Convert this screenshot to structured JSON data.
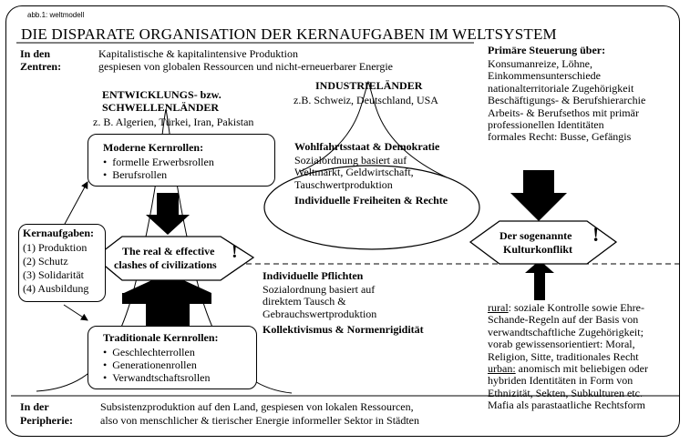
{
  "caption": "abb.1: weltmodell",
  "title": "DIE DISPARATE ORGANISATION DER KERNAUFGABEN IM WELTSYSTEM",
  "zentren": {
    "label_line1": "In den",
    "label_line2": "Zentren:",
    "line1": "Kapitalistische & kapitalintensive Produktion",
    "line2": "gespiesen von globalen Ressourcen und nicht-erneuerbarer Energie"
  },
  "schwellen": {
    "line1": "ENTWICKLUNGS- bzw.",
    "line2": "SCHWELLENLÄNDER",
    "examples": "z. B. Algerien, Türkei, Iran, Pakistan"
  },
  "industrie": {
    "title": "INDUSTRIELÄNDER",
    "examples": "z.B. Schweiz, Deutschland, USA"
  },
  "steuerung": {
    "title": "Primäre Steuerung über:",
    "lines": [
      "Konsumanreize, Löhne,",
      "Einkommensunterschiede",
      "nationalterritoriale Zugehörigkeit",
      "Beschäftigungs- & Berufshierarchie",
      "Arbeits- & Berufsethos mit primär",
      "professionellen Identitäten",
      "formales Recht: Busse, Gefängis"
    ]
  },
  "moderne": {
    "title": "Moderne Kernrollen:",
    "items": [
      "formelle Erwerbsrollen",
      "Berufsrollen"
    ]
  },
  "wohlfahrt": {
    "title": "Wohlfahrtsstaat & Demokratie",
    "lines": [
      "Sozialordnung basiert auf",
      "Weltmarkt, Geldwirtschaft,",
      "Tauschwertproduktion"
    ],
    "footer": "Individuelle Freiheiten & Rechte"
  },
  "kernaufgaben": {
    "title": "Kernaufgaben:",
    "items": [
      "(1) Produktion",
      "(2) Schutz",
      "(3) Solidarität",
      "(4) Ausbildung"
    ]
  },
  "clashes": {
    "line1": "The real & effective",
    "line2": "clashes of civilizations",
    "mark": "!"
  },
  "kulturkonflikt": {
    "line1": "Der sogenannte",
    "line2": "Kulturkonflikt",
    "mark": "!"
  },
  "pflichten": {
    "title": "Individuelle Pflichten",
    "lines": [
      "Sozialordnung basiert auf",
      "direktem Tausch &",
      "Gebrauchswertproduktion"
    ],
    "footer": "Kollektivismus & Normenrigidität"
  },
  "traditionale": {
    "title": "Traditionale Kernrollen:",
    "items": [
      "Geschlechterrollen",
      "Generationenrollen",
      "Verwandtschaftsrollen"
    ]
  },
  "rural": {
    "lines": [
      {
        "u": "rural",
        "rest": ": soziale Kontrolle sowie Ehre-"
      },
      {
        "u": "",
        "rest": "Schande-Regeln auf der Basis von"
      },
      {
        "u": "",
        "rest": "verwandtschaftliche Zugehörigkeit;"
      },
      {
        "u": "",
        "rest": "vorab gewissensorientiert: Moral,"
      },
      {
        "u": "",
        "rest": "Religion, Sitte, traditionales Recht"
      },
      {
        "u": "urban:",
        "rest": " anomisch mit beliebigen oder"
      },
      {
        "u": "",
        "rest": "hybriden Identitäten in Form von"
      },
      {
        "u": "",
        "rest": "Ethnizität, Sekten, Subkulturen etc."
      },
      {
        "u": "",
        "rest": "Mafia als parastaatliche Rechtsform"
      }
    ]
  },
  "peripherie": {
    "label_line1": "In der",
    "label_line2": "Peripherie:",
    "line1": "Subsistenzproduktion auf den Land, gespiesen von lokalen Ressourcen,",
    "line2": "also von menschlicher & tierischer Energie  informeller Sektor in Städten"
  }
}
